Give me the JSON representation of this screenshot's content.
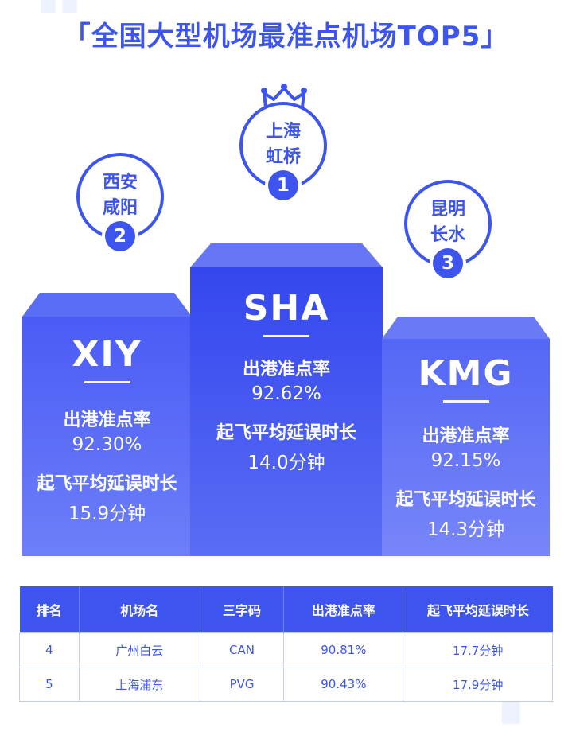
{
  "title": "「全国大型机场最准点机场TOP5」",
  "colors": {
    "accent": "#3d55ee",
    "light": "#eef2ff"
  },
  "chart_data": {
    "type": "table",
    "title": "「全国大型机场最准点机场TOP5」",
    "columns": [
      "排名",
      "机场名",
      "三字码",
      "出港准点率",
      "起飞平均延误时长"
    ],
    "podium": [
      {
        "rank": "1",
        "name_line1": "上海",
        "name_line2": "虹桥",
        "code": "SHA",
        "ontime_label": "出港准点率",
        "ontime_value": "92.62%",
        "delay_label": "起飞平均延误时长",
        "delay_value": "14.0分钟"
      },
      {
        "rank": "2",
        "name_line1": "西安",
        "name_line2": "咸阳",
        "code": "XIY",
        "ontime_label": "出港准点率",
        "ontime_value": "92.30%",
        "delay_label": "起飞平均延误时长",
        "delay_value": "15.9分钟"
      },
      {
        "rank": "3",
        "name_line1": "昆明",
        "name_line2": "长水",
        "code": "KMG",
        "ontime_label": "出港准点率",
        "ontime_value": "92.15%",
        "delay_label": "起飞平均延误时长",
        "delay_value": "14.3分钟"
      }
    ],
    "rows": [
      [
        "4",
        "广州白云",
        "CAN",
        "90.81%",
        "17.7分钟"
      ],
      [
        "5",
        "上海浦东",
        "PVG",
        "90.43%",
        "17.9分钟"
      ]
    ]
  }
}
